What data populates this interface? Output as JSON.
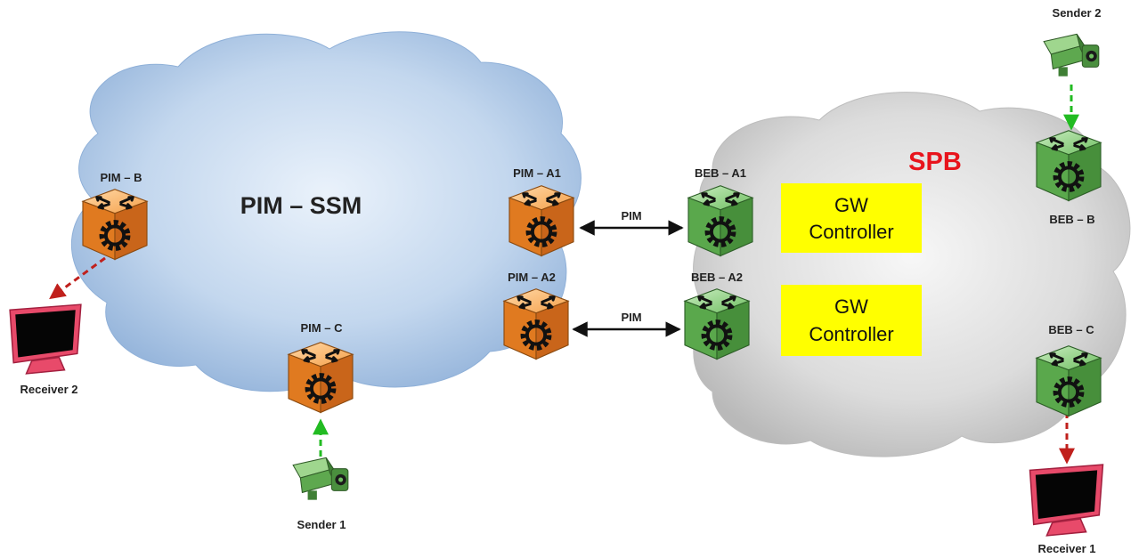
{
  "clouds": {
    "pim_ssm": {
      "label": "PIM – SSM",
      "color": "#a9c4e4"
    },
    "spb": {
      "label": "SPB",
      "color": "#d6d6d6",
      "label_color": "#e8141c"
    }
  },
  "routers": {
    "pim_b": {
      "label": "PIM – B"
    },
    "pim_a1": {
      "label": "PIM – A1"
    },
    "pim_a2": {
      "label": "PIM – A2"
    },
    "pim_c": {
      "label": "PIM – C"
    },
    "beb_a1": {
      "label": "BEB – A1"
    },
    "beb_a2": {
      "label": "BEB – A2"
    },
    "beb_b": {
      "label": "BEB – B"
    },
    "beb_c": {
      "label": "BEB – C"
    }
  },
  "links": {
    "pim_1": {
      "label": "PIM"
    },
    "pim_2": {
      "label": "PIM"
    }
  },
  "controllers": {
    "gw_1": {
      "line1": "GW",
      "line2": "Controller"
    },
    "gw_2": {
      "line1": "GW",
      "line2": "Controller"
    }
  },
  "endpoints": {
    "receiver_1": {
      "label": "Receiver 1"
    },
    "receiver_2": {
      "label": "Receiver 2"
    },
    "sender_1": {
      "label": "Sender 1"
    },
    "sender_2": {
      "label": "Sender 2"
    }
  },
  "colors": {
    "pim_router": "#f08a2c",
    "beb_router": "#5fae52",
    "controller": "#ffff00",
    "sender_flow": "#22bb22",
    "receiver_flow": "#c0201c",
    "receiver_screen": "#e84a6a"
  }
}
